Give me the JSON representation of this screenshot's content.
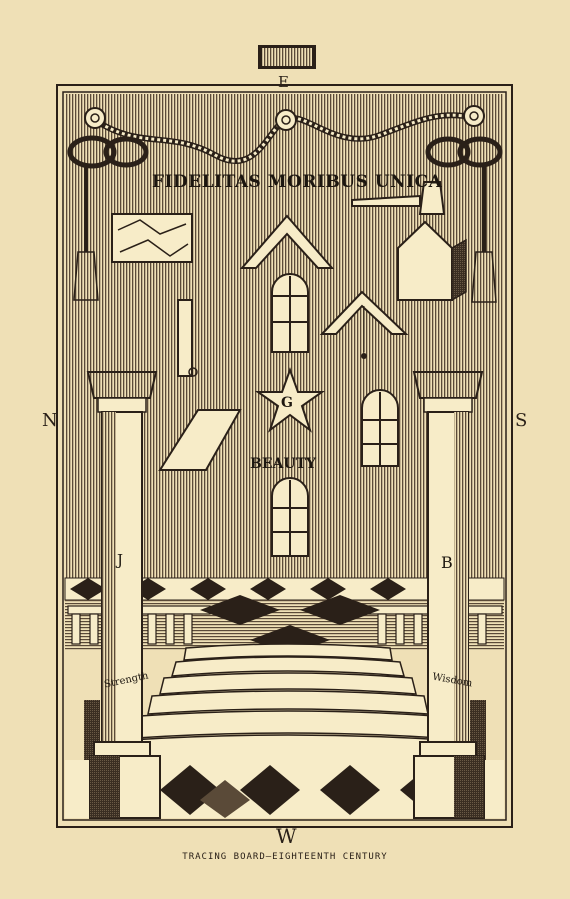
{
  "compass": {
    "east": "E",
    "north": "N",
    "south": "S",
    "west": "W"
  },
  "motto": "FIDELITAS MORIBUS UNICA",
  "beauty_label": "BEAUTY",
  "star_letter": "G",
  "pillars": {
    "left": {
      "letter": "J",
      "virtue": "Strength"
    },
    "right": {
      "letter": "B",
      "virtue": "Wisdom"
    }
  },
  "caption": "TRACING BOARD—EIGHTEENTH CENTURY",
  "colors": {
    "paper": "#efe0b6",
    "ink": "#2a2018",
    "light": "#f7ecc8"
  }
}
